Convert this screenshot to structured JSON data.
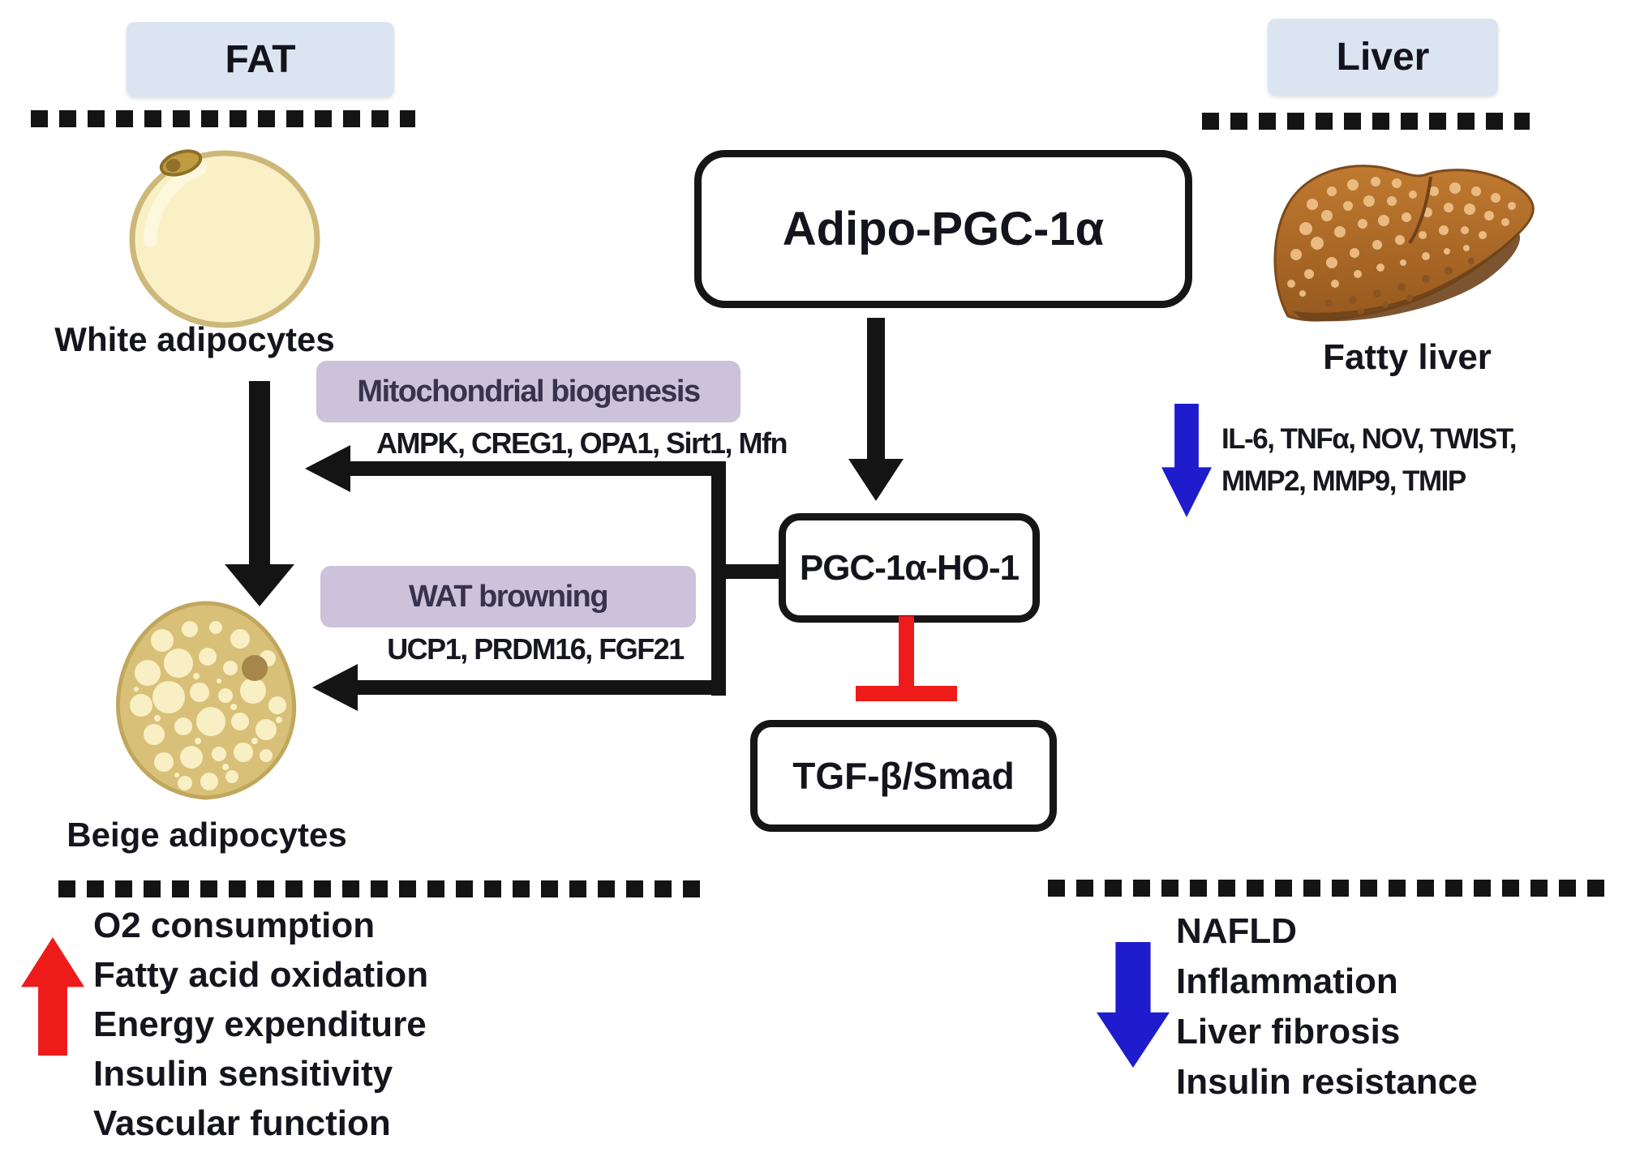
{
  "fat_panel": {
    "header": "FAT",
    "white_adipocyte_label": "White adipocytes",
    "beige_adipocyte_label": "Beige adipocytes",
    "mitochondrial_biogenesis": {
      "title": "Mitochondrial biogenesis",
      "genes": "AMPK, CREG1, OPA1, Sirt1, Mfn"
    },
    "wat_browning": {
      "title": "WAT browning",
      "genes": "UCP1, PRDM16, FGF21"
    },
    "outcomes_increased": [
      "O2 consumption",
      "Fatty acid oxidation",
      "Energy expenditure",
      "Insulin sensitivity",
      "Vascular function"
    ]
  },
  "liver_panel": {
    "header": "Liver",
    "fatty_liver_label": "Fatty liver",
    "downregulated_genes_line1": "IL-6, TNFα, NOV, TWIST,",
    "downregulated_genes_line2": "MMP2, MMP9, TMIP",
    "outcomes_decreased": [
      "NAFLD",
      "Inflammation",
      "Liver fibrosis",
      "Insulin resistance"
    ]
  },
  "pathway": {
    "adipo_box": "Adipo-PGC-1α",
    "pgc_ho1_box": "PGC-1α-HO-1",
    "tgf_smad_box": "TGF-β/Smad"
  },
  "colors": {
    "header_bg": "#dbe4f1",
    "purple_label_bg": "#ccc2d9",
    "arrow_black": "#141414",
    "inhibition_red": "#ee1b1b",
    "arrow_blue": "#1e1ccd",
    "text_dark": "#15151d"
  }
}
